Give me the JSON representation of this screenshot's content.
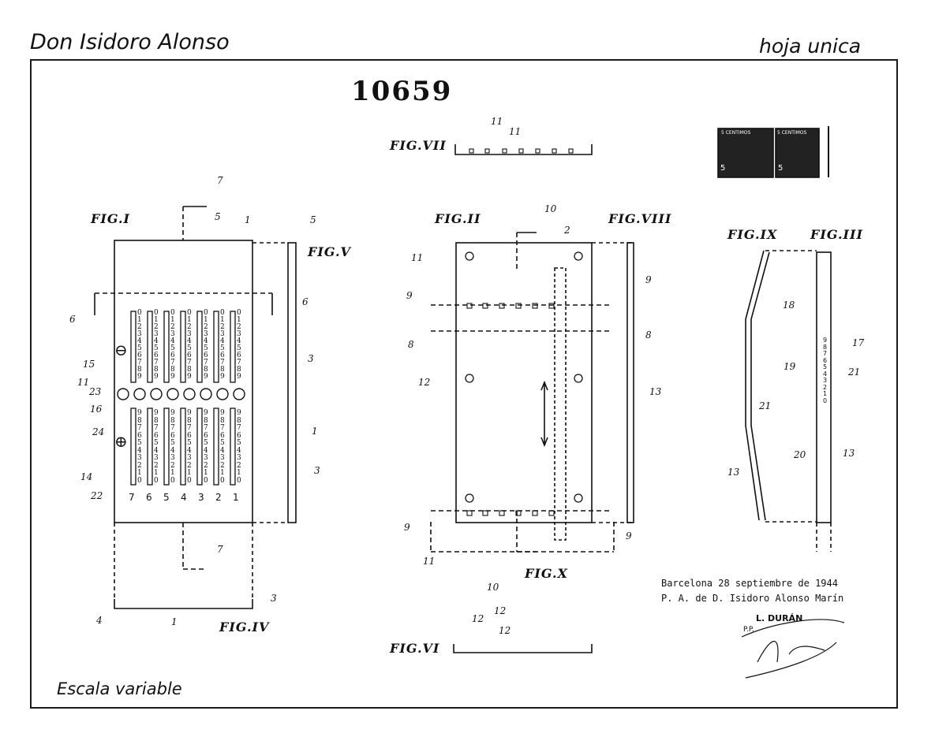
{
  "header": {
    "inventor": "Don Isidoro Alonso",
    "sheet": "hoja unica",
    "patent_number": "10659"
  },
  "figures": {
    "fig1": "FIG.I",
    "fig2": "FIG.II",
    "fig3": "FIG.III",
    "fig4": "FIG.IV",
    "fig5": "FIG.V",
    "fig6": "FIG.VI",
    "fig7": "FIG.VII",
    "fig8": "FIG.VIII",
    "fig9": "FIG.IX",
    "fig10": "FIG.X"
  },
  "fig1": {
    "column_labels": [
      "7",
      "6",
      "5",
      "4",
      "3",
      "2",
      "1"
    ],
    "top_digits": [
      "0",
      "1",
      "2",
      "3",
      "4",
      "5",
      "6",
      "7",
      "8",
      "9"
    ],
    "bottom_digits": [
      "9",
      "8",
      "7",
      "6",
      "5",
      "4",
      "3",
      "2",
      "1",
      "0"
    ],
    "minus_sign": "⊖",
    "plus_sign": "⊕"
  },
  "fig3": {
    "digits": [
      "9",
      "8",
      "7",
      "6",
      "5",
      "4",
      "3",
      "2",
      "1",
      "0"
    ]
  },
  "reference_numerals": {
    "n1": "1",
    "n2": "2",
    "n3": "3",
    "n4": "4",
    "n5": "5",
    "n6": "6",
    "n7": "7",
    "n8": "8",
    "n9": "9",
    "n10": "10",
    "n11": "11",
    "n12": "12",
    "n13": "13",
    "n14": "14",
    "n15": "15",
    "n16": "16",
    "n17": "17",
    "n18": "18",
    "n19": "19",
    "n20": "20",
    "n21": "21",
    "n22": "22",
    "n23": "23",
    "n24": "24"
  },
  "stamp": {
    "line1": "Barcelona 28 septiembre de 1944",
    "line2": "P. A. de D. Isidoro Alonso Marín",
    "agent": "L. DURÁN",
    "agent_prefix": "P.P."
  },
  "footer": {
    "scale": "Escala variable"
  },
  "tax_stamps": {
    "label": "5 CENTIMOS",
    "value": "5"
  }
}
